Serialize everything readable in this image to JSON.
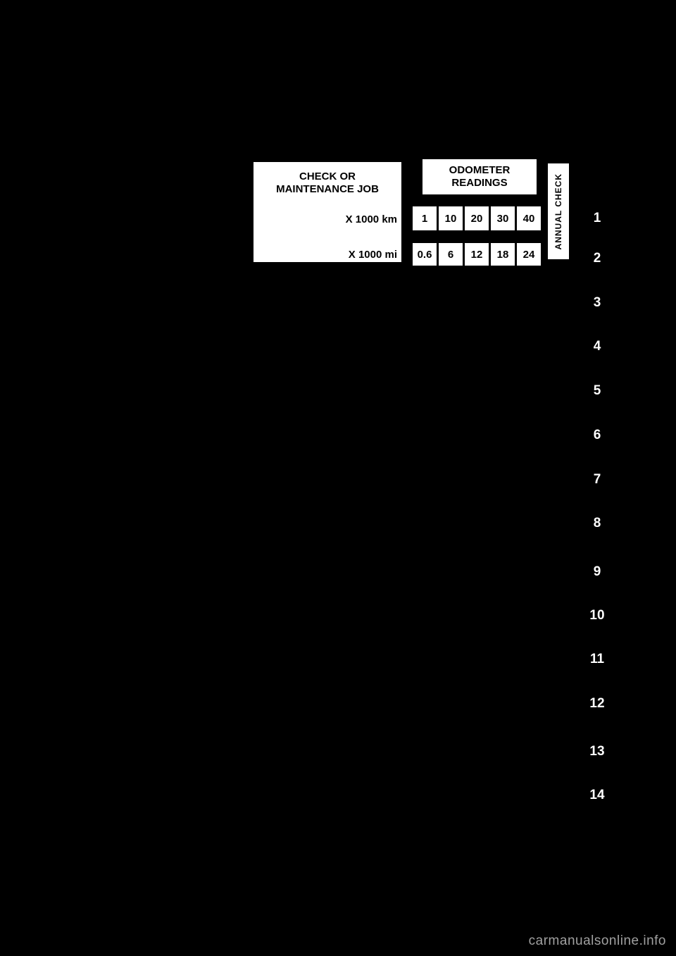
{
  "maintenance_table": {
    "job_header_line1": "CHECK OR",
    "job_header_line2": "MAINTENANCE JOB",
    "odometer_header_line1": "ODOMETER",
    "odometer_header_line2": "READINGS",
    "km_row_label": "X 1000 km",
    "mi_row_label": "X 1000 mi",
    "km_values": [
      "1",
      "10",
      "20",
      "30",
      "40"
    ],
    "mi_values": [
      "0.6",
      "6",
      "12",
      "18",
      "24"
    ],
    "annual_check_label": "ANNUAL CHECK"
  },
  "chapter_tabs": [
    "1",
    "2",
    "3",
    "4",
    "5",
    "6",
    "7",
    "8",
    "9",
    "10",
    "11",
    "12",
    "13",
    "14"
  ],
  "watermark": {
    "text": "carmanualsonline.info"
  },
  "colors": {
    "page_background": "#000000",
    "box_background": "#ffffff",
    "box_text": "#000000",
    "tab_text": "#ffffff",
    "watermark_text": "#a0a0a0"
  }
}
